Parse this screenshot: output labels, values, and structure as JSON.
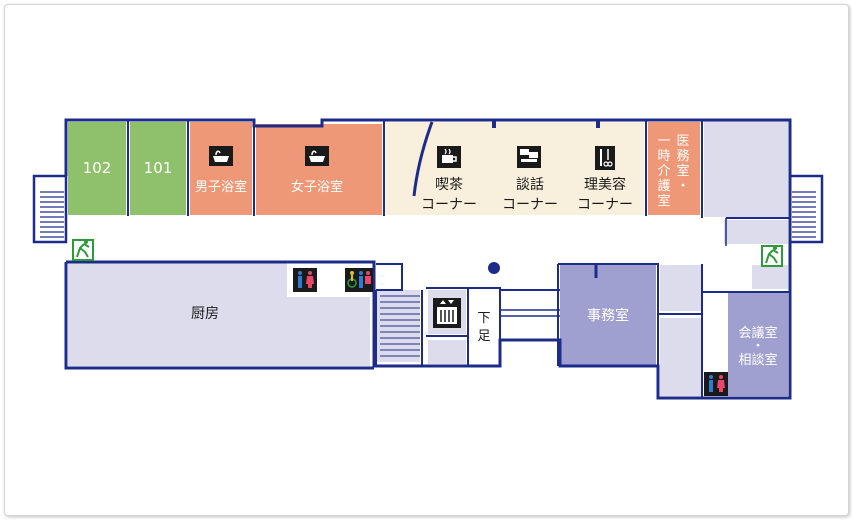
{
  "colors": {
    "wall": "#1d2c8a",
    "guest_room": "#8fc06b",
    "bath": "#ef9878",
    "lounge": "#f8efdd",
    "service": "#dcdcec",
    "office": "#9fa0cf",
    "corridor": "#ffffff",
    "exit_green": "#2e9b3a",
    "toilet_male": "#2f7bd0",
    "toilet_female": "#e8466b"
  },
  "rooms": {
    "room_102": "102",
    "room_101": "101",
    "mens_bath": "男子浴室",
    "womens_bath": "女子浴室",
    "cafe_line1": "喫茶",
    "cafe_line2": "コーナー",
    "talk_line1": "談話",
    "talk_line2": "コーナー",
    "barber_line1": "理美容",
    "barber_line2": "コーナー",
    "medical_col1": [
      "医",
      "務",
      "室",
      "・"
    ],
    "medical_col2": [
      "一",
      "時",
      "介",
      "護",
      "室"
    ],
    "kitchen": "厨房",
    "office": "事務室",
    "meeting_line1": "会議室",
    "meeting_line2": "・",
    "meeting_line3": "相談室",
    "shoe_area": [
      "下",
      "足"
    ]
  },
  "icons": {
    "bath": "bathtub-icon",
    "cafe": "coffee-cup-icon",
    "talk": "conversation-icon",
    "barber": "scissors-comb-icon",
    "elevator": "elevator-icon",
    "toilet": "restroom-icon",
    "accessible_toilet": "accessible-restroom-icon",
    "exit": "emergency-exit-icon",
    "current_location": "current-location-dot"
  }
}
